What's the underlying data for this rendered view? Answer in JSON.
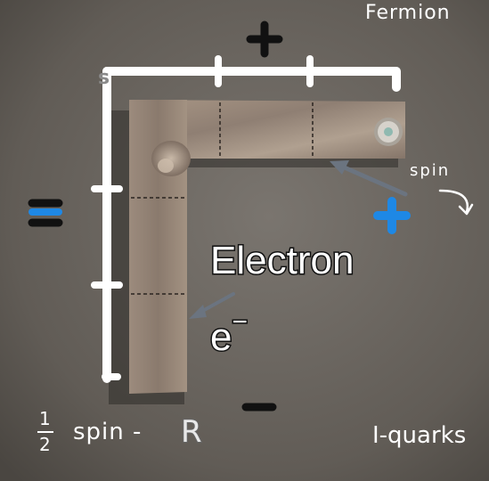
{
  "labels": {
    "fermion": "Fermion",
    "spin": "spin",
    "electron": "Electron",
    "electron_symbol": "e",
    "electron_charge": "−",
    "half_numerator": "1",
    "half_denominator": "2",
    "spin_dash": "spin -",
    "r_letter": "R",
    "quarks": "I-quarks",
    "s_mark": "s"
  },
  "colors": {
    "background": "#6f6a64",
    "metal": "#9a8a7e",
    "white_marker": "#ffffff",
    "blue_marker": "#1e88e5",
    "black_marker": "#111111",
    "arrow": "#6b7480"
  }
}
